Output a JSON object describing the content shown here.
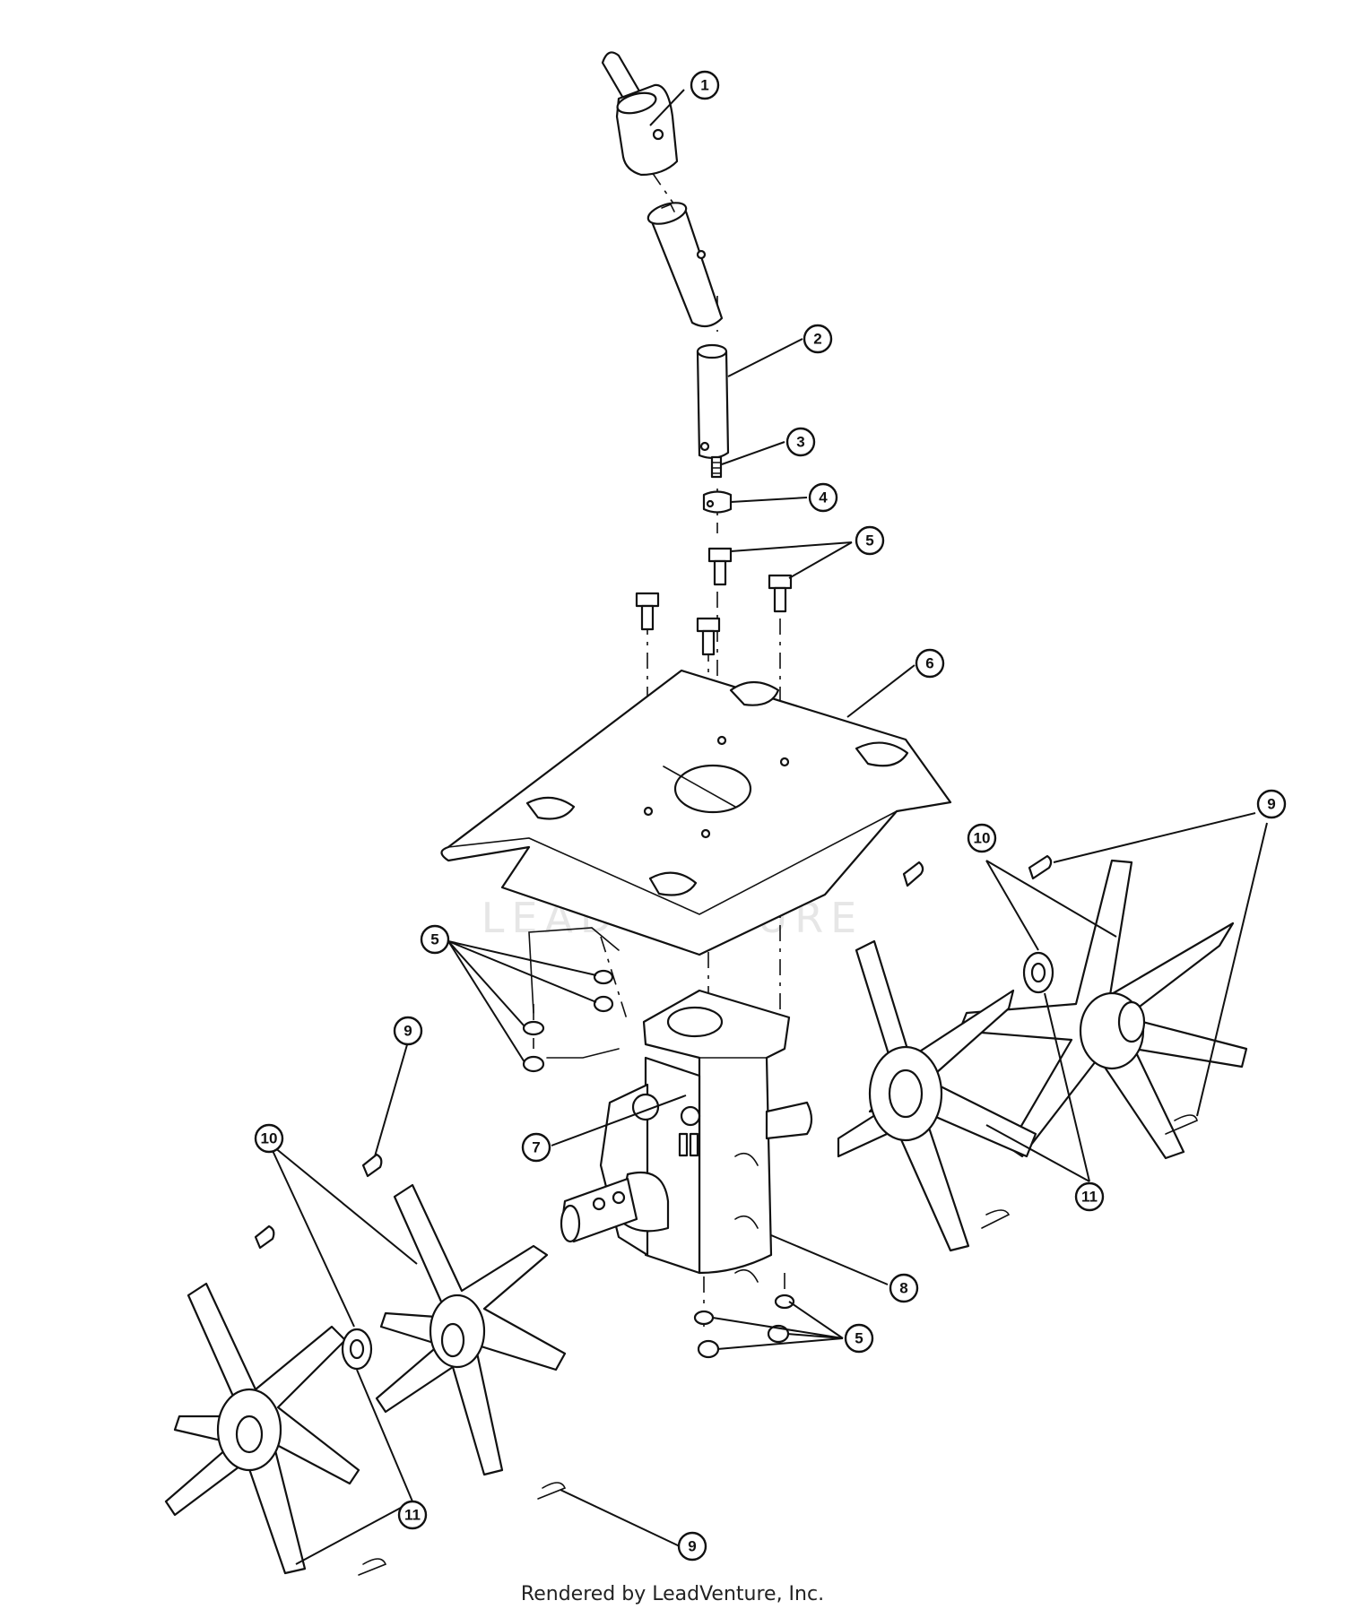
{
  "diagram": {
    "watermark": "LEADVENTURE",
    "callouts": {
      "c1": "1",
      "c2": "2",
      "c3": "3",
      "c4": "4",
      "c5a": "5",
      "c5b": "5",
      "c5c": "5",
      "c6": "6",
      "c7": "7",
      "c8": "8",
      "c9a": "9",
      "c9b": "9",
      "c9c": "9",
      "c10a": "10",
      "c10b": "10",
      "c11a": "11",
      "c11b": "11"
    }
  },
  "footer": {
    "text": "Rendered by LeadVenture, Inc."
  }
}
